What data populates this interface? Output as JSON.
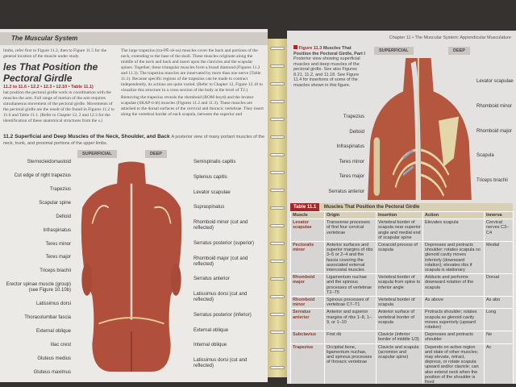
{
  "left_page": {
    "header": "The Muscular System",
    "intro": "limbs, refer first to Figure 11.2, then to Figure 11.5 for the general location of the muscle under study.",
    "section_title": "les That Position the Pectoral Girdle",
    "section_refs": "11.2 to 11.6 • 12.2 • 12.3 • 12.10 • Table 11.1)",
    "para1": "hat position the pectoral girdle work in coordination with the muscles the arm. Full range of motion of the arm requires simultaneous movement of the pectoral girdle. Movements of the pectoral girdle are the result of the found in Figures 11.2 to 11.6 and Table 11.1. (Refer to Chapter 12, 2 and 12.3 for the identification of these anatomical structures from the s.)",
    "para2": "The large trapezius (tra-PĒ-zē-us) muscles cover the back and portions of the neck, extending to the base of the skull. These muscles originate along the middle of the neck and back and insert upon the clavicles and the scapular spines. Together, these triangular muscles form a broad diamond (Figures 11.2 and 11.3). The trapezius muscles are innervated by more than one nerve (Table 11.1). Because specific regions of the trapezius can be made to contract independently, its actions are quite varied. (Refer to Chapter 12, Figure 12.10 to visualize this structure in a cross section of the body at the level of T2.)",
    "para3": "Removing the trapezius reveals the rhomboid (ROM-boyd) and the levator scapulae (SKAP-ū-lē) muscles (Figures 11.2 and 11.3). These muscles are attached to the dorsal surfaces of the cervical and thoracic vertebrae. They insert along the vertebral border of each scapula, between the superior and",
    "figure_title": "11.2 Superficial and Deep Muscles of the Neck, Shoulder, and Back",
    "figure_caption": "A posterior view of many portant muscles of the neck, trunk, and proximal portions of the upper limbs.",
    "tag_superficial": "SUPERFICIAL",
    "tag_deep": "DEEP",
    "labels_left": [
      "Sternocleidomastoid",
      "Cut edge of right trapezius",
      "Trapezius",
      "Scapular spine",
      "Deltoid",
      "Infraspinatus",
      "Teres minor",
      "Teres major",
      "Triceps brachii",
      "Erector spinae muscle (group) (see Figure 10.10b)",
      "Latissimus dorsi",
      "Thoracolumbar fascia",
      "External oblique",
      "Iliac crest",
      "Gluteus medius",
      "Gluteus maximus"
    ],
    "labels_right": [
      "Semispinalis capitis",
      "Splenius capitis",
      "Levator scapulae",
      "Supraspinatus",
      "Rhomboid minor (cut and reflected)",
      "Serratus posterior (superior)",
      "Rhomboid major (cut and reflected)",
      "Serratus anterior",
      "Latissimus dorsi (cut and reflected)",
      "Serratus posterior (inferior)",
      "External oblique",
      "Internal oblique",
      "Latissimus dorsi (cut and reflected)"
    ]
  },
  "right_page": {
    "running_head": "Chapter 11 • The Muscular System: Appendicular Musculature",
    "figure_number": "Figure 11.3",
    "figure_title": "Muscles That Position the Pectoral Girdle, Part I",
    "figure_caption": "Posterior view showing superficial muscles and deep muscles of the pectoral girdle. See also Figures 8.21, 11.2, and 11.18. See Figure 11.4 for insertions of some of the muscles shown in this figure.",
    "tag_superficial": "SUPERFICIAL",
    "tag_deep": "DEEP",
    "labels_left": [
      "Trapezius",
      "Deltoid",
      "Infraspinatus",
      "Teres minor",
      "Teres major",
      "Serratus anterior"
    ],
    "labels_right": [
      "Levator scapulae",
      "Rhomboid minor",
      "Rhomboid major",
      "Scapula",
      "Triceps brachii"
    ],
    "table": {
      "number": "Table 11.1",
      "title": "Muscles That Position the Pectoral Girdle",
      "columns": [
        "Muscle",
        "Origin",
        "Insertion",
        "Action",
        "Innerva"
      ],
      "rows": [
        [
          "Levator scapulae",
          "Transverse processes of first four cervical vertebrae",
          "Vertebral border of scapula near superior angle and medial end of scapular spine",
          "Elevates scapula",
          "Cervical nerves C3–C4"
        ],
        [
          "Pectoralis minor",
          "Anterior surfaces and superior margins of ribs 3–5 or 2–4 and the fascia covering the associated external intercostal muscles",
          "Coracoid process of scapula",
          "Depresses and protracts shoulder; rotates scapula so glenoid cavity moves inferiorly (downward rotation); elevates ribs if scapula is stationary",
          "Medial"
        ],
        [
          "Rhomboid major",
          "Ligamentum nuchae and the spinous processes of vertebrae T2–T5",
          "Vertebral border of scapula from spine to inferior angle",
          "Adducts and performs downward rotation of the scapula",
          "Dorsal"
        ],
        [
          "Rhomboid minor",
          "Spinous processes of vertebrae C7–T1",
          "Vertebral border of scapula",
          "As above",
          "As abo"
        ],
        [
          "Serratus anterior",
          "Anterior and superior margins of ribs 1–8, 1–9, or 1–10",
          "Anterior surface of vertebral border of scapula",
          "Protracts shoulder; rotates scapula so glenoid cavity moves superiorly (upward rotation)",
          "Long"
        ],
        [
          "Subclavius",
          "First rib",
          "Clavicle (inferior border of middle 1/3)",
          "Depresses and protracts shoulder",
          "Ne"
        ],
        [
          "Trapezius",
          "Occipital bone, ligamentum nuchae, and spinous processes of thoracic vertebrae",
          "Clavicle and scapula (acromion and scapular spine)",
          "Depends on active region and state of other muscles; may elevate, retract, depress, or rotate scapula upward and/or clavicle; can also extend neck when the position of the shoulder is fixed",
          "Ac"
        ]
      ]
    }
  },
  "colors": {
    "muscle": "#b4533f",
    "bone": "#e3d6a8",
    "accent": "#a32a2a",
    "background": "#36322f"
  }
}
